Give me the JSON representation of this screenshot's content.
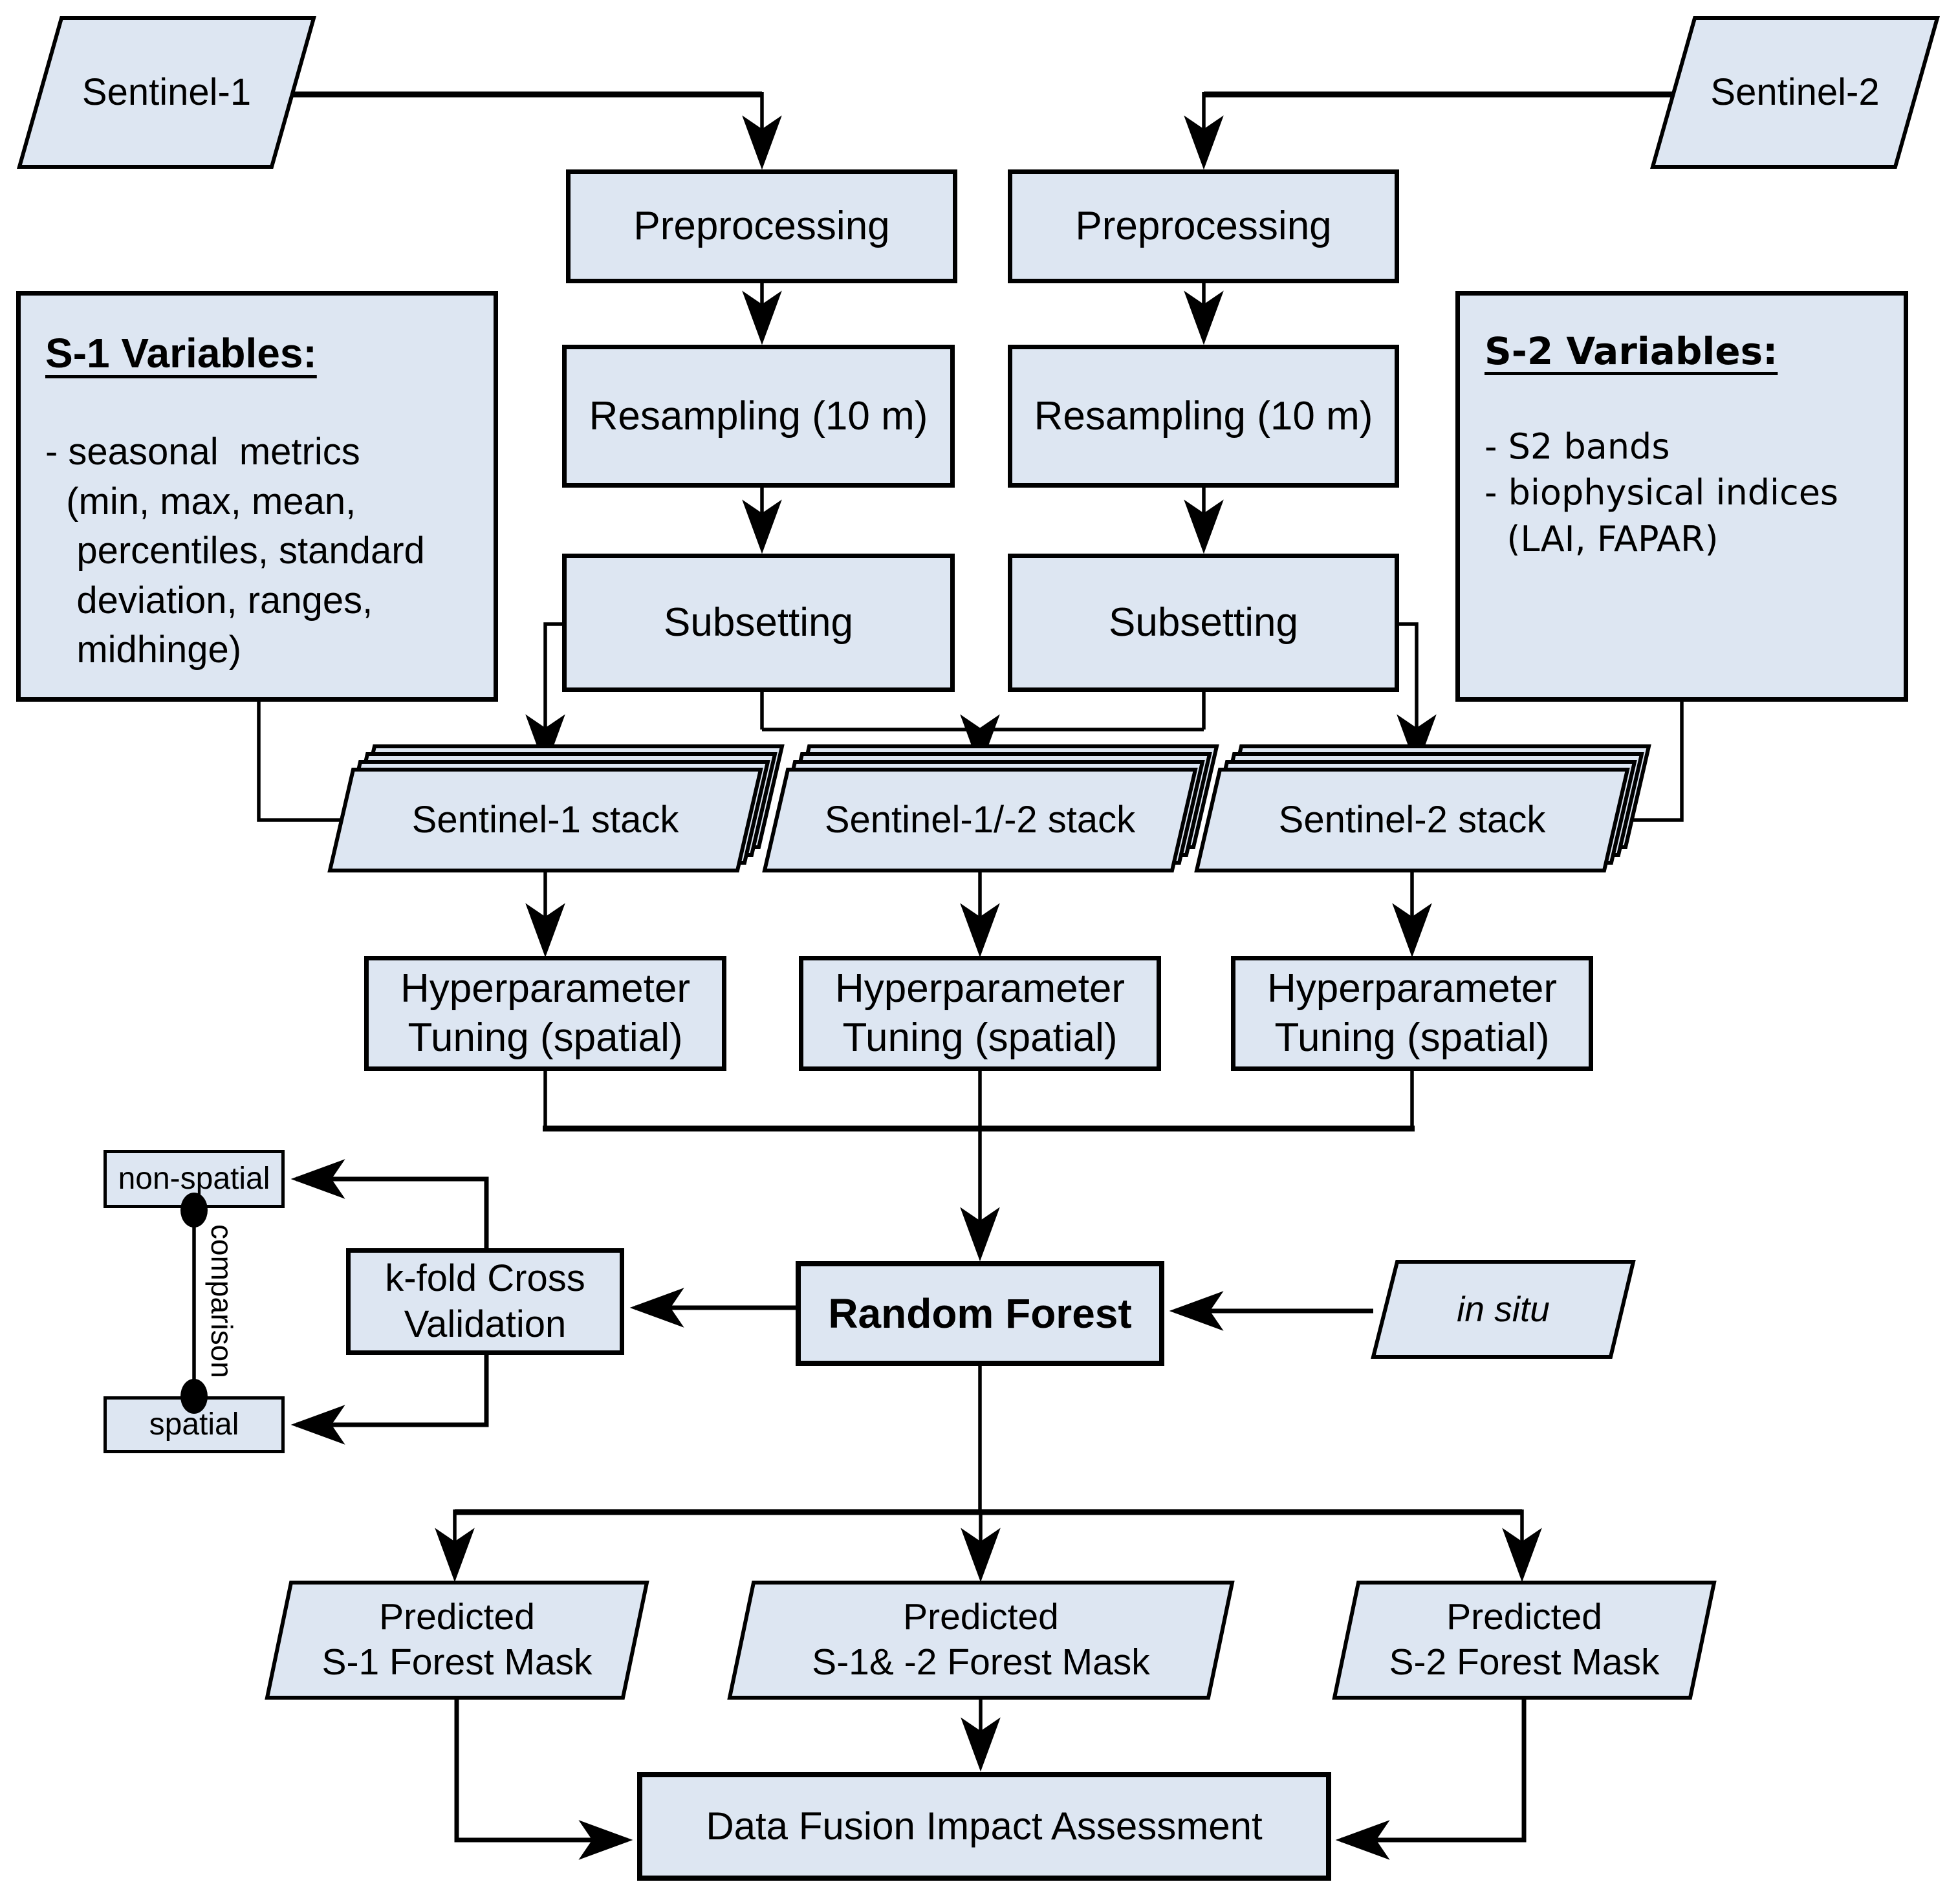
{
  "colors": {
    "shape_fill": "#dde6f2",
    "shape_border": "#000000",
    "connector": "#000000",
    "text": "#000000",
    "background": "#ffffff"
  },
  "nodes": {
    "sentinel1": {
      "label": "Sentinel-1"
    },
    "sentinel2": {
      "label": "Sentinel-2"
    },
    "preprocessing_left": {
      "label": "Preprocessing"
    },
    "preprocessing_right": {
      "label": "Preprocessing"
    },
    "resampling_left": {
      "label": "Resampling (10 m)"
    },
    "resampling_right": {
      "label": "Resampling (10 m)"
    },
    "subsetting_left": {
      "label": "Subsetting"
    },
    "subsetting_right": {
      "label": "Subsetting"
    },
    "s1_variables": {
      "title": "S-1 Variables:",
      "body": "- seasonal  metrics\n  (min, max, mean,\n   percentiles, standard\n   deviation, ranges,\n   midhinge)"
    },
    "s2_variables": {
      "title": "S-2 Variables:",
      "body": "- S2 bands\n- biophysical indices\n  (LAI, FAPAR)"
    },
    "stack_s1": {
      "label": "Sentinel-1 stack"
    },
    "stack_s1s2": {
      "label": "Sentinel-1/-2 stack"
    },
    "stack_s2": {
      "label": "Sentinel-2 stack"
    },
    "tuning_s1": {
      "label": "Hyperparameter\nTuning (spatial)"
    },
    "tuning_s1s2": {
      "label": "Hyperparameter\nTuning (spatial)"
    },
    "tuning_s2": {
      "label": "Hyperparameter\nTuning (spatial)"
    },
    "random_forest": {
      "label": "Random Forest"
    },
    "in_situ": {
      "label": "in situ"
    },
    "kfold": {
      "label": "k-fold Cross\nValidation"
    },
    "non_spatial": {
      "label": "non-spatial"
    },
    "spatial": {
      "label": "spatial"
    },
    "comparison": {
      "label": "comparison"
    },
    "mask_s1": {
      "label": "Predicted\nS-1 Forest Mask"
    },
    "mask_s1s2": {
      "label": "Predicted\nS-1& -2 Forest Mask"
    },
    "mask_s2": {
      "label": "Predicted\nS-2 Forest Mask"
    },
    "data_fusion": {
      "label": "Data Fusion Impact Assessment"
    }
  }
}
